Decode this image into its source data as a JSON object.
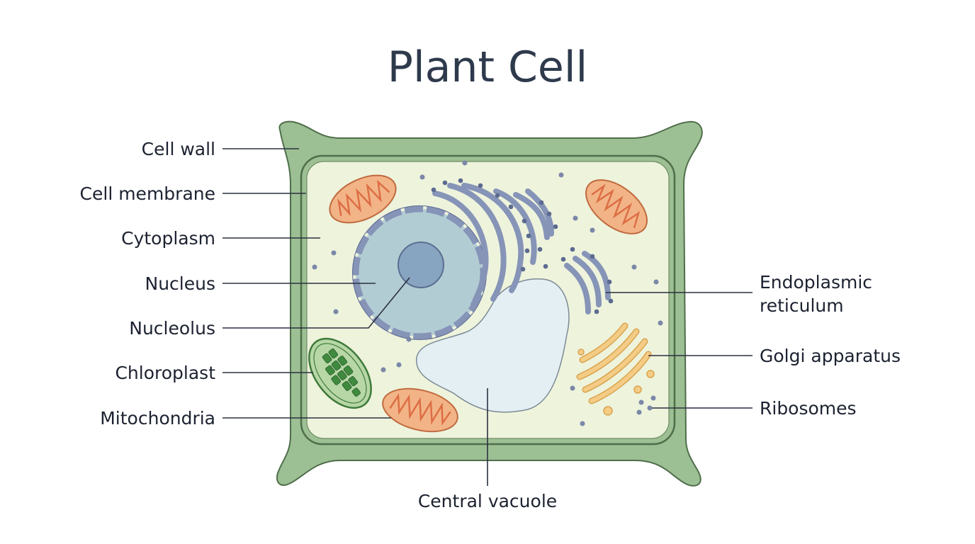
{
  "title": "Plant Cell",
  "labels": {
    "cell_wall": "Cell wall",
    "cell_membrane": "Cell membrane",
    "cytoplasm": "Cytoplasm",
    "nucleus": "Nucleus",
    "nucleolus": "Nucleolus",
    "chloroplast": "Chloroplast",
    "mitochondria": "Mitochondria",
    "endoplasmic_reticulum_line1": "Endoplasmic",
    "endoplasmic_reticulum_line2": "reticulum",
    "golgi_apparatus": "Golgi apparatus",
    "ribosomes": "Ribosomes",
    "central_vacuole": "Central vacuole"
  },
  "colors": {
    "cell_wall": "#9dbf94",
    "cell_wall_outline": "#4f6e4a",
    "cytoplasm": "#eef3dc",
    "nucleus": "#b2ccd3",
    "nucleolus": "#87a4c0",
    "envelope": "#8694b8",
    "mitochondria": "#f2b487",
    "mitochondria_inner": "#dd6e45",
    "chloroplast": "#b7d7a6",
    "chloroplast_thylakoid": "#3f8a3f",
    "golgi": "#f4cc86",
    "vacuole": "#e4eff4",
    "ribosome": "#7b87a8"
  }
}
